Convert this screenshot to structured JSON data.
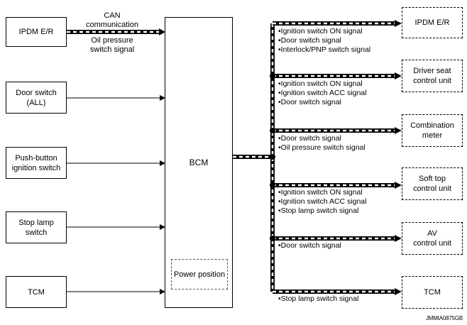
{
  "inputs": {
    "ipdm": "IPDM E/R",
    "door_switch": "Door switch\n(ALL)",
    "push_button": "Push-button\nignition switch",
    "stop_lamp": "Stop lamp\nswitch",
    "tcm": "TCM"
  },
  "bcm": {
    "label": "BCM",
    "power_position": "Power position"
  },
  "can_label": "CAN\ncommunication",
  "oil_label": "Oil pressure\nswitch signal",
  "outputs": [
    {
      "label": "IPDM E/R",
      "signals": [
        "•Ignition switch ON signal",
        "•Door switch signal",
        "•Interlock/PNP switch signal"
      ]
    },
    {
      "label": "Driver seat\ncontrol unit",
      "signals": [
        "•Ignition switch ON signal",
        "•Ignition switch ACC signal",
        "•Door switch signal"
      ]
    },
    {
      "label": "Combination\nmeter",
      "signals": [
        "•Door switch signal",
        "•Oil pressure switch signal"
      ]
    },
    {
      "label": "Soft top\ncontrol unit",
      "signals": [
        "•Ignition switch ON signal",
        "•Ignition switch ACC signal",
        "•Stop lamp switch signal"
      ]
    },
    {
      "label": "AV\ncontrol unit",
      "signals": [
        "•Door switch signal"
      ]
    },
    {
      "label": "TCM",
      "signals": [
        "•Stop lamp switch signal"
      ]
    }
  ],
  "code": "JMMIA0875GB"
}
